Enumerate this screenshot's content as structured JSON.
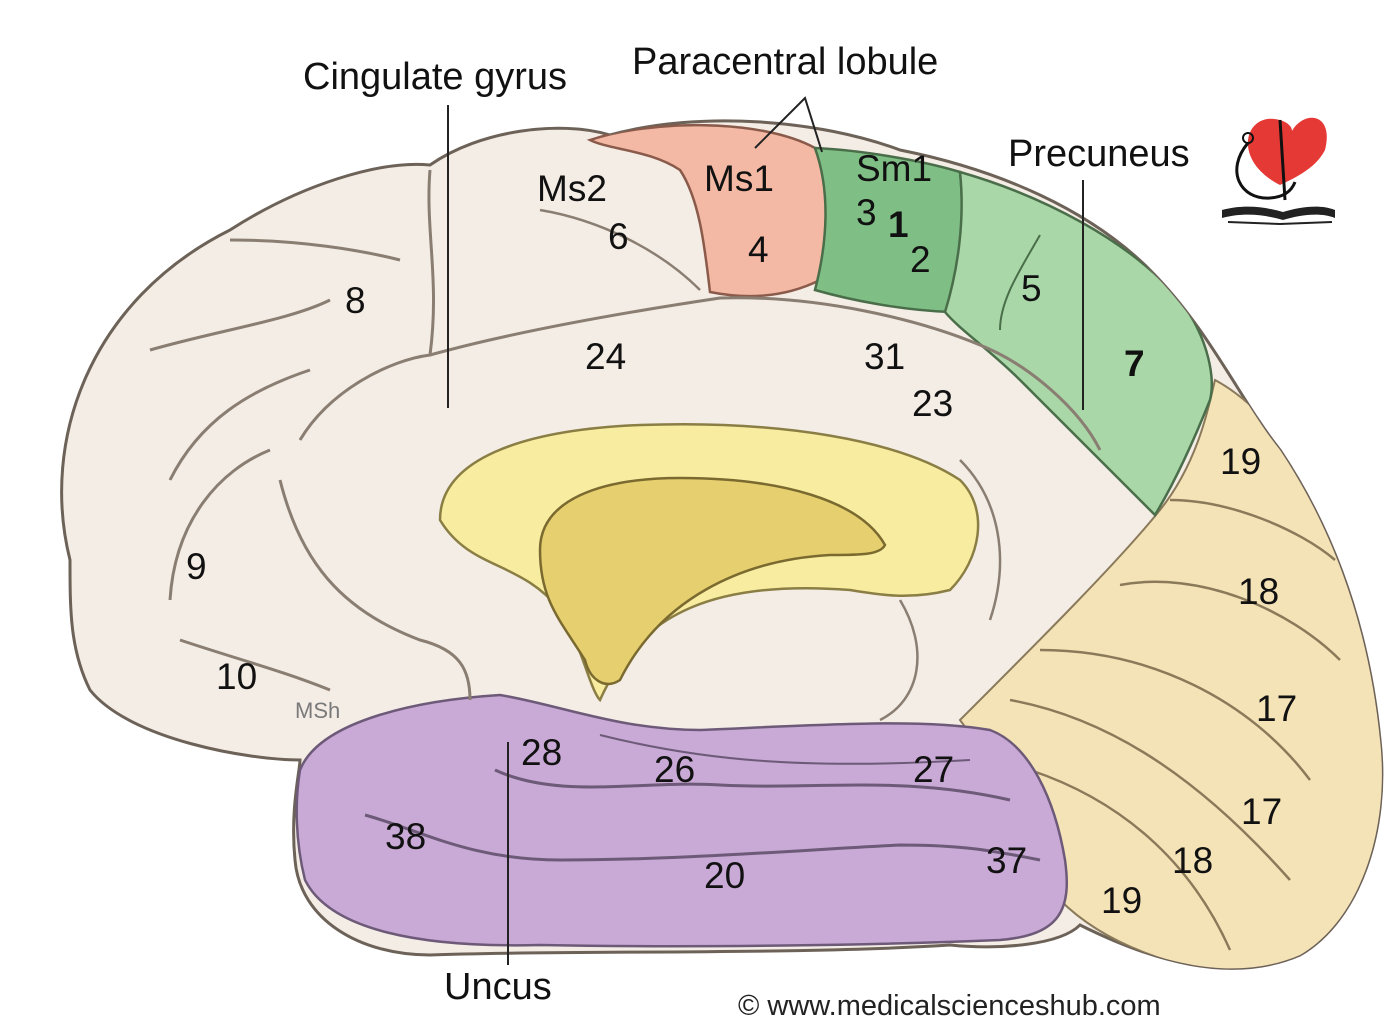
{
  "labels": {
    "cingulate_gyrus": "Cingulate gyrus",
    "paracentral_lobule": "Paracentral lobule",
    "precuneus": "Precuneus",
    "uncus": "Uncus",
    "ms2": "Ms2",
    "ms1": "Ms1",
    "sm1": "Sm1",
    "msh": "MSh"
  },
  "areas": {
    "a1": "1",
    "a2": "2",
    "a3": "3",
    "a4": "4",
    "a5": "5",
    "a6": "6",
    "a7": "7",
    "a8": "8",
    "a9": "9",
    "a10": "10",
    "a17_upper": "17",
    "a17_lower": "17",
    "a18_upper": "18",
    "a18_lower": "18",
    "a19_upper": "19",
    "a19_lower": "19",
    "a20": "20",
    "a23": "23",
    "a24": "24",
    "a26": "26",
    "a27": "27",
    "a28": "28",
    "a31": "31",
    "a37": "37",
    "a38": "38"
  },
  "copyright": "© www.medicalscienceshub.com",
  "colors": {
    "cortex": "#f4ede6",
    "motor": "#f3b9a4",
    "sensory": "#7fbf86",
    "precuneus": "#a9d7a8",
    "occipital": "#f5e3b8",
    "temporal": "#c9a9d6",
    "corpus_callosum": "#f7ec9f",
    "ventricle": "#e6cf6e",
    "logo_heart": "#e53935"
  }
}
